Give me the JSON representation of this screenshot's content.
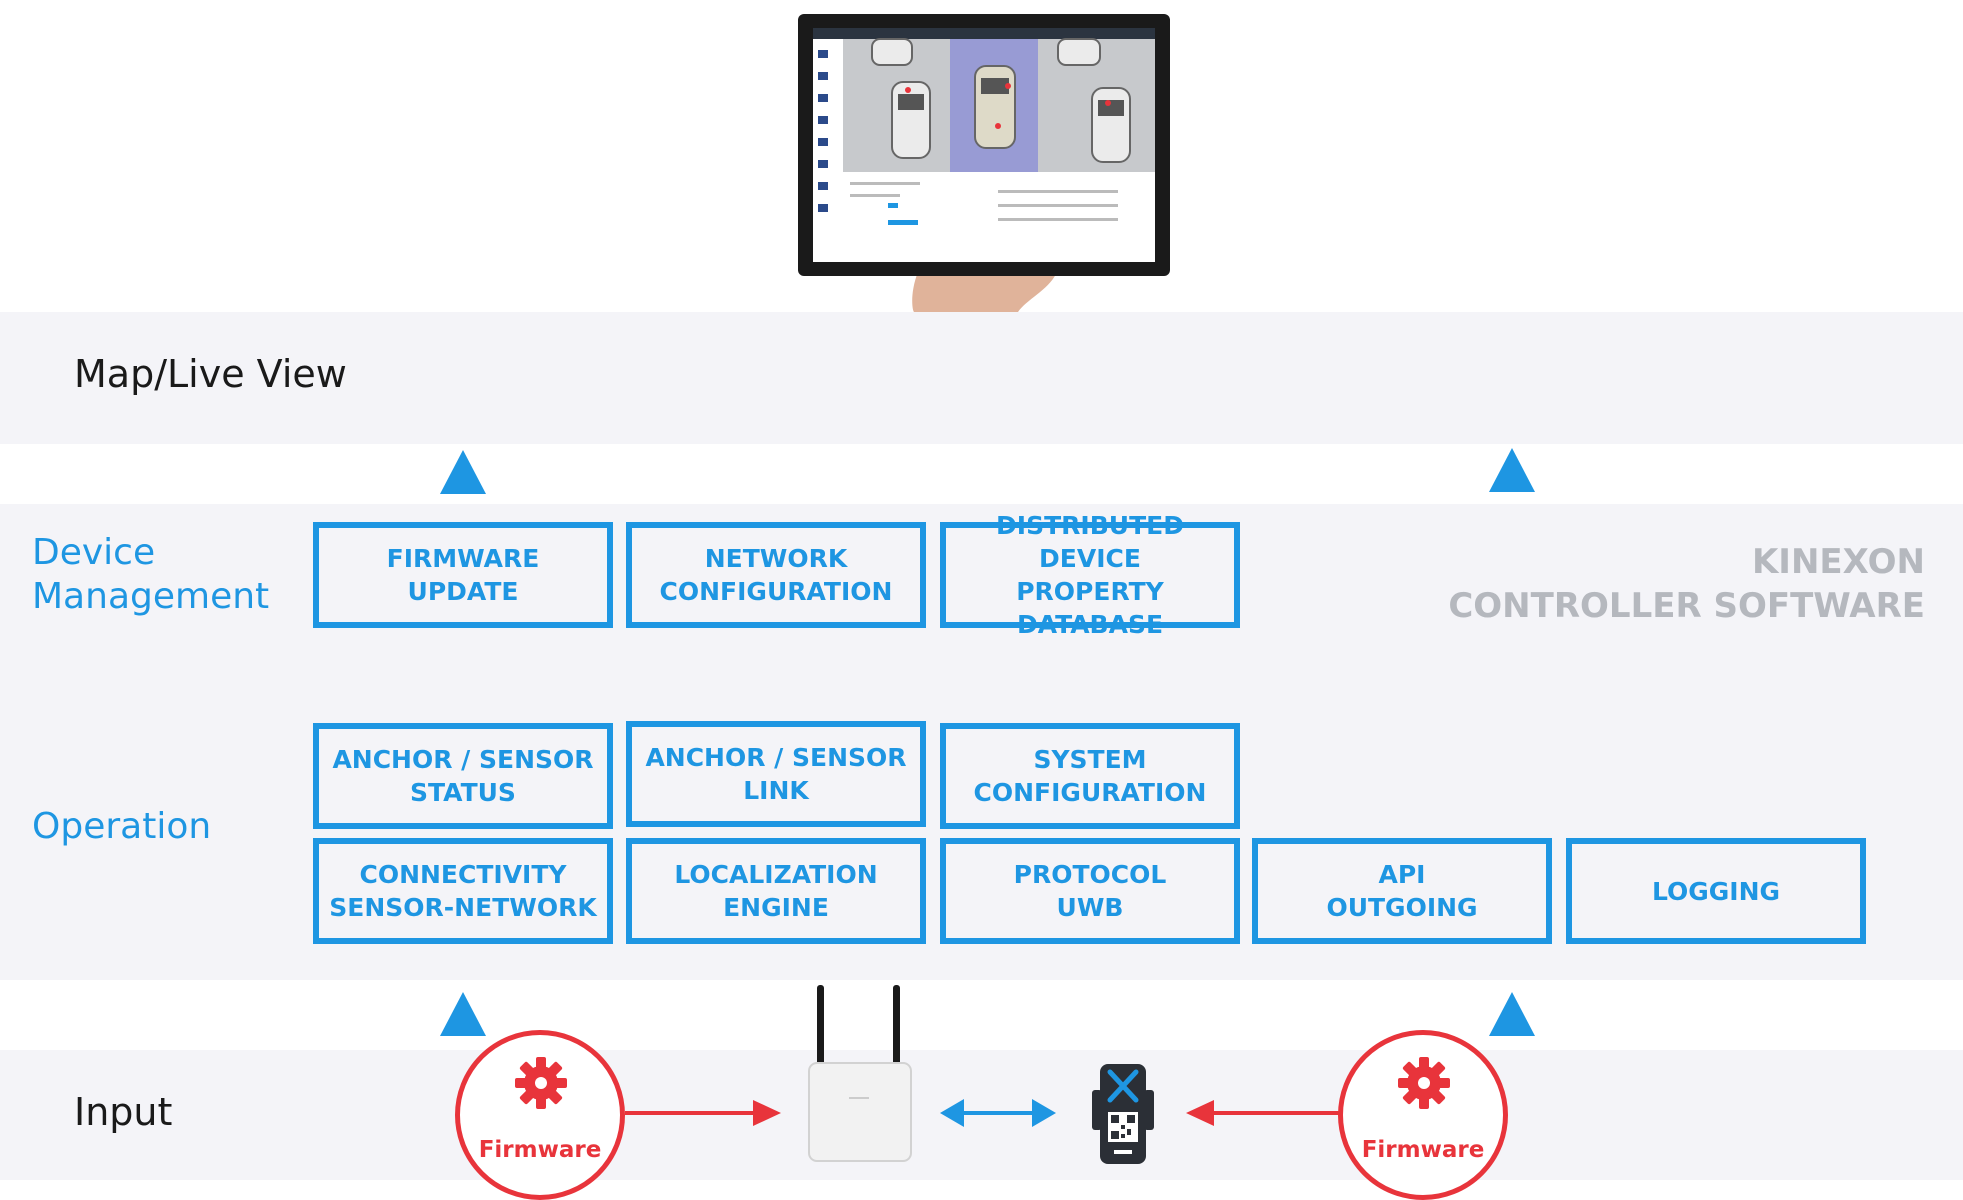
{
  "layers": {
    "map_live_view": "Map/Live View",
    "input": "Input"
  },
  "sections": {
    "device_management": [
      "Device",
      "Management"
    ],
    "operation": "Operation"
  },
  "brand": [
    "KINEXON",
    "CONTROLLER SOFTWARE"
  ],
  "device_management_boxes": [
    [
      "FIRMWARE",
      "UPDATE"
    ],
    [
      "NETWORK",
      "CONFIGURATION"
    ],
    [
      "DISTRIBUTED DEVICE",
      "PROPERTY DATABASE"
    ]
  ],
  "operation_boxes_top": [
    [
      "ANCHOR / SENSOR",
      "STATUS"
    ],
    [
      "ANCHOR / SENSOR",
      "LINK"
    ],
    [
      "SYSTEM",
      "CONFIGURATION"
    ]
  ],
  "operation_boxes_bottom": [
    [
      "CONNECTIVITY",
      "SENSOR-NETWORK"
    ],
    [
      "LOCALIZATION",
      "ENGINE"
    ],
    [
      "PROTOCOL",
      "UWB"
    ],
    [
      "API",
      "OUTGOING"
    ],
    [
      "LOGGING"
    ]
  ],
  "firmware_badges": [
    "Firmware",
    "Firmware"
  ],
  "colors": {
    "accent": "#1e96e2",
    "firmware": "#e8343b",
    "brand_gray": "#b5b8be",
    "band": "#f4f4f8"
  },
  "icons": [
    "tablet-screenshot",
    "gear-icon",
    "anchor-device-icon",
    "sensor-tag-icon",
    "arrow-up-icon",
    "arrow-right-icon",
    "double-arrow-icon"
  ]
}
